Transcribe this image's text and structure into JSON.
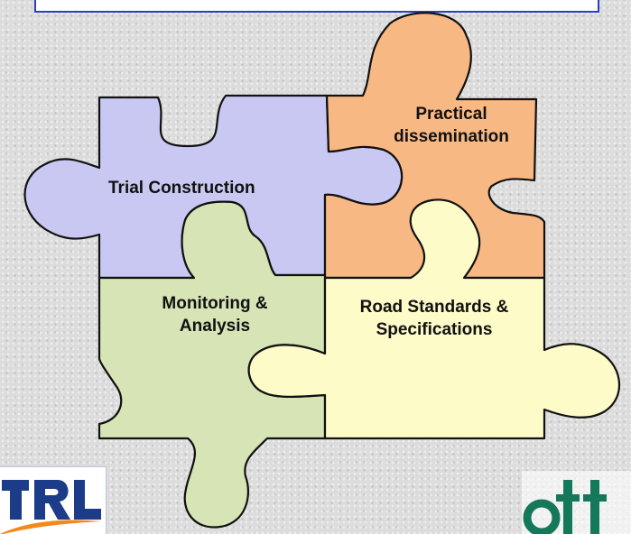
{
  "pieces": {
    "trial": {
      "label": "Trial Construction",
      "fill": "#c8c8f2"
    },
    "practical": {
      "label_line1": "Practical",
      "label_line2": "dissemination",
      "fill": "#f8b884"
    },
    "monitoring": {
      "label_line1": "Monitoring &",
      "label_line2": "Analysis",
      "fill": "#d6e4b6"
    },
    "road": {
      "label_line1": "Road Standards &",
      "label_line2": "Specifications",
      "fill": "#fdfbc8"
    }
  },
  "logos": {
    "left": {
      "text": "TRL",
      "colors": [
        "#1c3c8a",
        "#f28a1c"
      ]
    },
    "right": {
      "text": "ott",
      "color": "#16785a"
    }
  },
  "colors": {
    "frame": "#2b3fc4",
    "outline": "#111111"
  }
}
